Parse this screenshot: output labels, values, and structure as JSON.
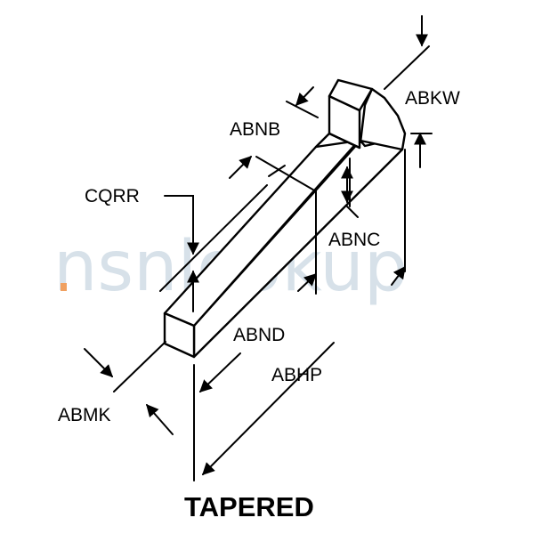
{
  "watermark": "nsnlookup",
  "labels": {
    "abkw": "ABKW",
    "abnb": "ABNB",
    "cqrr": "CQRR",
    "abnc": "ABNC",
    "abnd": "ABND",
    "abhp": "ABHP",
    "abmk": "ABMK"
  },
  "caption": "TAPERED",
  "colors": {
    "line": "#000000",
    "watermark": "#b7c9d8",
    "watermark_accent": "#f0a060"
  }
}
